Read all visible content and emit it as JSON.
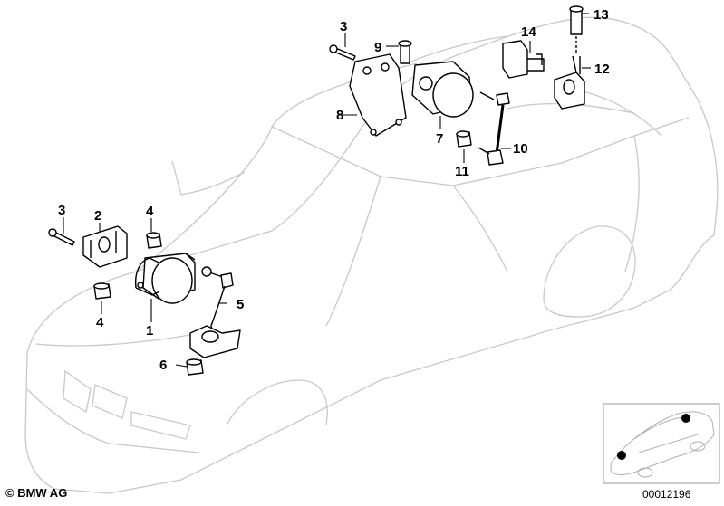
{
  "callouts": {
    "c1": "1",
    "c2": "2",
    "c3a": "3",
    "c3b": "3",
    "c4a": "4",
    "c4b": "4",
    "c5": "5",
    "c6": "6",
    "c7": "7",
    "c8": "8",
    "c9": "9",
    "c10": "10",
    "c11": "11",
    "c12": "12",
    "c13": "13",
    "c14": "14"
  },
  "footer": {
    "copyright": "© BMW AG",
    "drawing_number": "00012196"
  },
  "colors": {
    "car_outline": "#c8c8c8",
    "part_stroke": "#000000",
    "marker": "#000000"
  }
}
